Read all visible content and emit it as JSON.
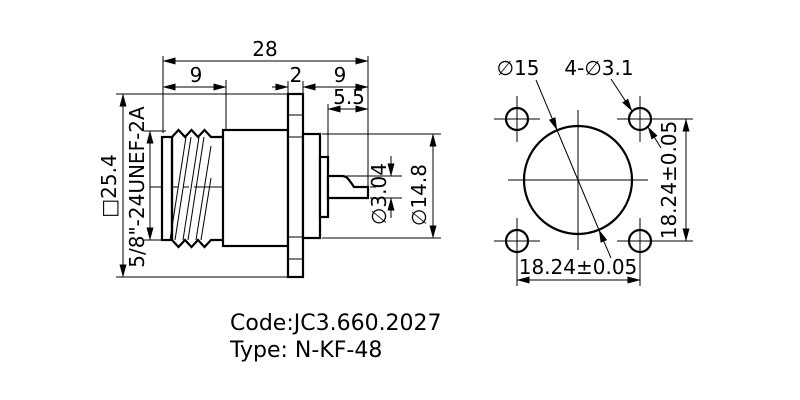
{
  "colors": {
    "line": "#000000",
    "background": "#ffffff"
  },
  "side_view": {
    "overall_length": "28",
    "thread_length": "9",
    "flange_thickness": "2",
    "rear_section": "9",
    "pin_protrusion": "5.5",
    "flange_square": "□25.4",
    "thread_spec": "5/8\"-24UNEF-2A",
    "pin_diameter": "∅3.04",
    "body_diameter": "∅14.8"
  },
  "front_view": {
    "inner_diameter": "∅15",
    "mounting_holes": "4-∅3.1",
    "hole_spacing_horizontal": "18.24±0.05",
    "hole_spacing_vertical": "18.24±0.05"
  },
  "title_block": {
    "code": "Code:JC3.660.2027",
    "type": "Type: N-KF-48"
  }
}
